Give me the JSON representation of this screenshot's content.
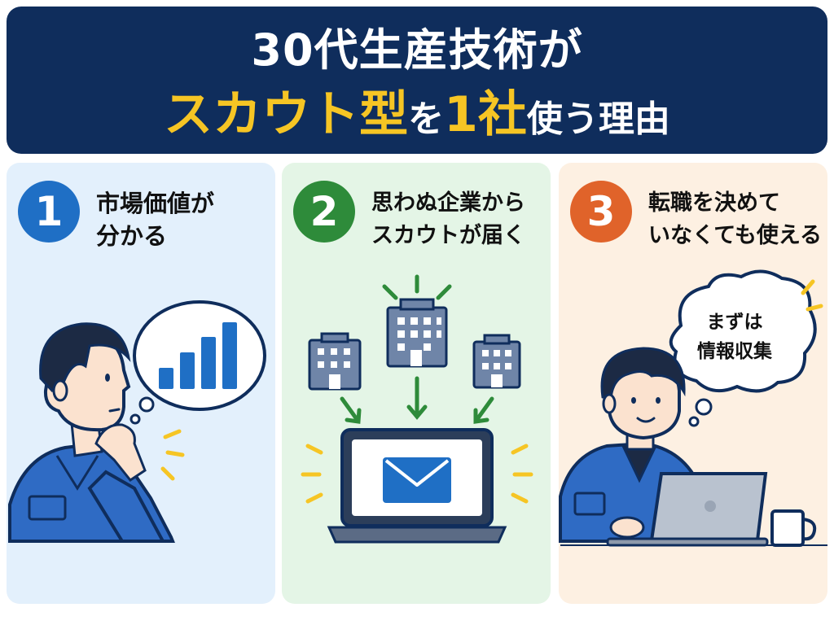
{
  "header": {
    "line1": "30代生産技術が",
    "line2": {
      "part1": "スカウト型",
      "part2": "を",
      "part3": "1社",
      "part4": "使う理由"
    }
  },
  "panels": [
    {
      "number": "1",
      "title_line1": "市場価値が",
      "title_line2": "分かる",
      "color": "#1f6fc5"
    },
    {
      "number": "2",
      "title_line1": "思わぬ企業から",
      "title_line2": "スカウトが届く",
      "color": "#2e8b3a"
    },
    {
      "number": "3",
      "title_line1": "転職を決めて",
      "title_line2": "いなくても使える",
      "color": "#e0632a"
    }
  ],
  "bubble3": {
    "line1": "まずは",
    "line2": "情報収集"
  },
  "icons": [
    "bar-chart-icon",
    "building-icon",
    "envelope-icon",
    "laptop-icon",
    "mug-icon"
  ],
  "colors": {
    "navy": "#0f2d5c",
    "yellow": "#f6c524",
    "blue": "#1f6fc5",
    "green": "#2e8b3a",
    "orange": "#e0632a"
  }
}
